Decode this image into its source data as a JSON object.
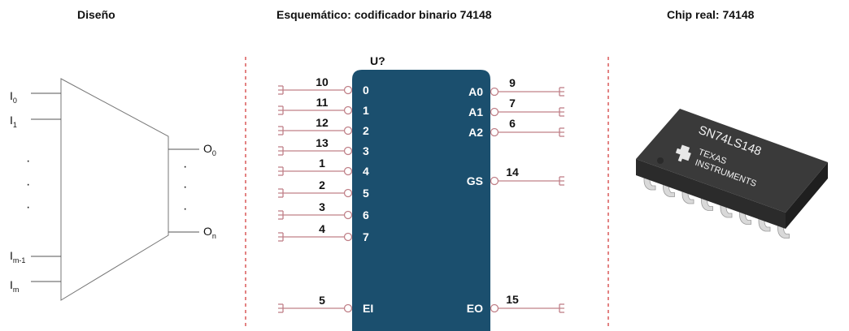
{
  "headings": {
    "design": "Diseño",
    "schematic": "Esquemático: codificador binario 74148",
    "chip": "Chip real: 74148"
  },
  "design": {
    "inputs": [
      "I",
      "I",
      "I",
      "I"
    ],
    "input_subs": [
      "0",
      "1",
      "m-1",
      "m"
    ],
    "outputs": [
      "O",
      "O"
    ],
    "output_subs": [
      "0",
      "n"
    ],
    "dot": "·"
  },
  "schematic": {
    "ref": "U?",
    "left_pins": [
      {
        "name": "0",
        "num": "10"
      },
      {
        "name": "1",
        "num": "11"
      },
      {
        "name": "2",
        "num": "12"
      },
      {
        "name": "3",
        "num": "13"
      },
      {
        "name": "4",
        "num": "1"
      },
      {
        "name": "5",
        "num": "2"
      },
      {
        "name": "6",
        "num": "3"
      },
      {
        "name": "7",
        "num": "4"
      },
      {
        "name": "EI",
        "num": "5"
      }
    ],
    "right_pins": [
      {
        "name": "A0",
        "num": "9"
      },
      {
        "name": "A1",
        "num": "7"
      },
      {
        "name": "A2",
        "num": "6"
      },
      {
        "name": "GS",
        "num": "14"
      },
      {
        "name": "EO",
        "num": "15"
      }
    ]
  },
  "chip": {
    "part": "SN74LS148",
    "brand_line1": "TEXAS",
    "brand_line2": "INSTRUMENTS"
  },
  "colors": {
    "block": "#1b4f6e",
    "wire": "#c08088",
    "divider": "#d03030",
    "chip_body": "#2b2b2b",
    "chip_top": "#3a3a3a"
  }
}
